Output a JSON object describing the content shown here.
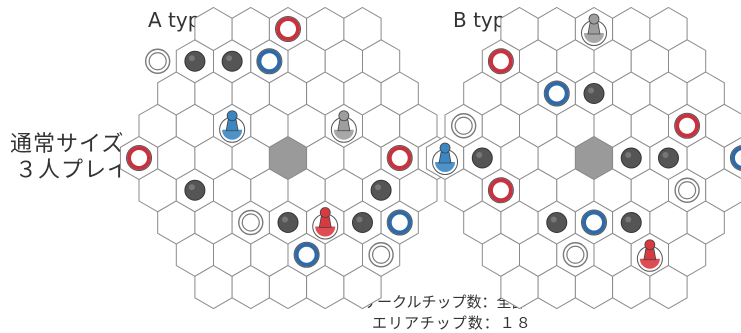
{
  "side_label": {
    "line1": "通常サイズ",
    "line2": "３人プレイ"
  },
  "boards": [
    {
      "title": "A type"
    },
    {
      "title": "B type"
    }
  ],
  "counts": {
    "circle_chips": "サークルチップ数：全部",
    "area_chips": "エリアチップ数：１８"
  },
  "colors": {
    "grid_line": "#8a8a8a",
    "center_hex": "#9a9a9a",
    "red_ring": "#c8323e",
    "blue_ring": "#2f6aa8",
    "white_ring": "#7a7a7a",
    "dark_chip": "#555555",
    "blue_pawn": "#3a87c4",
    "gray_pawn": "#9e9e9e",
    "red_pawn": "#d93a40"
  }
}
